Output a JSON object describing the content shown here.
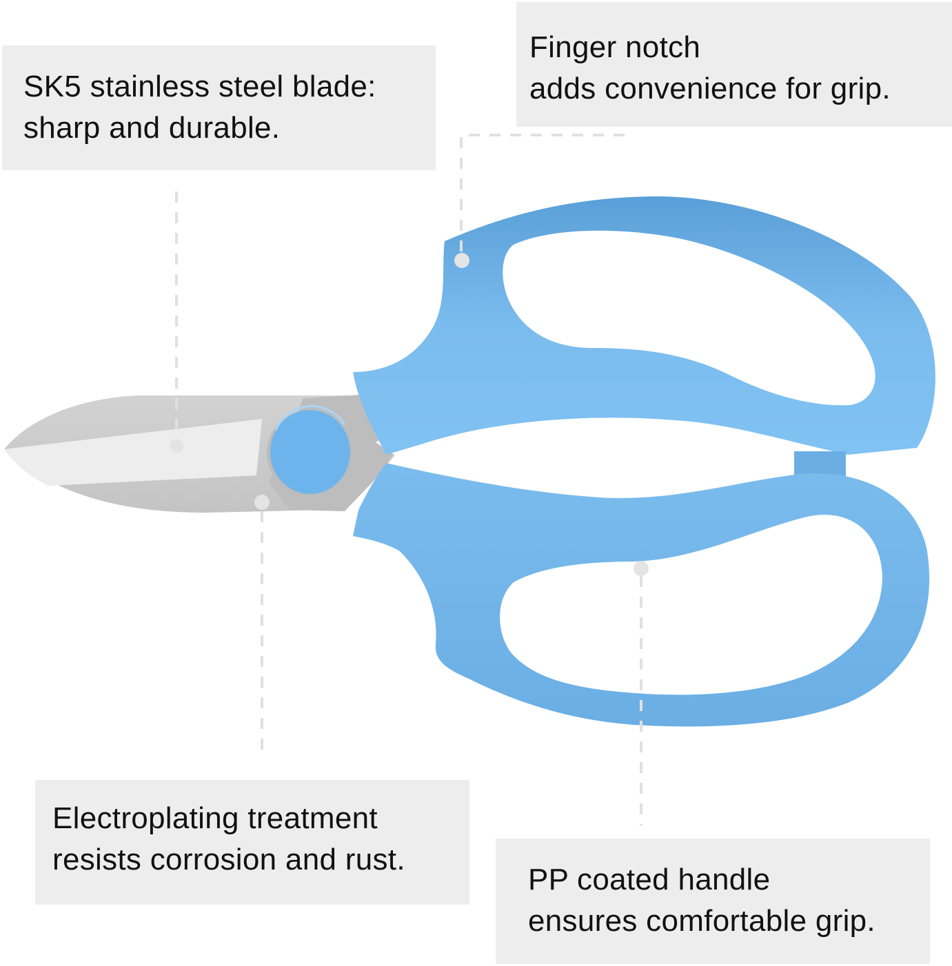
{
  "product": "Floral scissors with blue handle",
  "colors": {
    "background": "#ffffff",
    "callout_bg": "#ededed",
    "text": "#111111",
    "handle_blue": "#74b6ea",
    "handle_blue_dark": "#4a8fca",
    "blade_gray": "#c9c9c9",
    "blade_light": "#ececec",
    "leader_line": "#e0e0e0"
  },
  "callouts": [
    {
      "id": "blade",
      "lines": [
        "SK5 stainless steel blade:",
        "sharp and durable."
      ],
      "anchor": "blade"
    },
    {
      "id": "finger_notch",
      "lines": [
        "Finger notch",
        "adds convenience for grip."
      ],
      "anchor": "upper-handle-notch"
    },
    {
      "id": "electroplating",
      "lines": [
        "Electroplating treatment",
        "resists corrosion and rust."
      ],
      "anchor": "blade-lower-edge"
    },
    {
      "id": "pp_handle",
      "lines": [
        "PP coated handle",
        "ensures comfortable grip."
      ],
      "anchor": "lower-handle"
    }
  ]
}
